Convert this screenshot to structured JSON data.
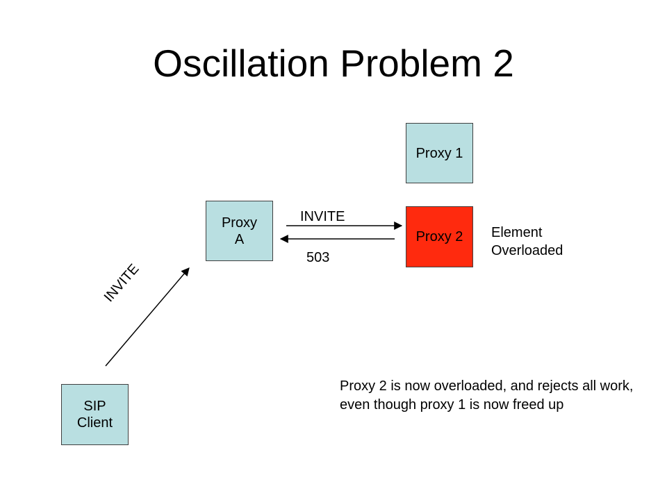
{
  "title": "Oscillation Problem 2",
  "nodes": {
    "proxy_1": {
      "label": "Proxy 1",
      "color": "#b9dfe1"
    },
    "proxy_2": {
      "label": "Proxy 2",
      "color": "#ff2a0e"
    },
    "proxy_a": {
      "line1": "Proxy",
      "line2": "A",
      "color": "#b9dfe1"
    },
    "sip_client": {
      "line1": "SIP",
      "line2": "Client",
      "color": "#b9dfe1"
    }
  },
  "edges": {
    "invite_to_proxy_2": "INVITE",
    "response_503": "503",
    "invite_from_client": "INVITE"
  },
  "status": {
    "line1": "Element",
    "line2": "Overloaded"
  },
  "note": "Proxy 2 is now overloaded, and rejects all work, even though proxy 1 is now freed up"
}
